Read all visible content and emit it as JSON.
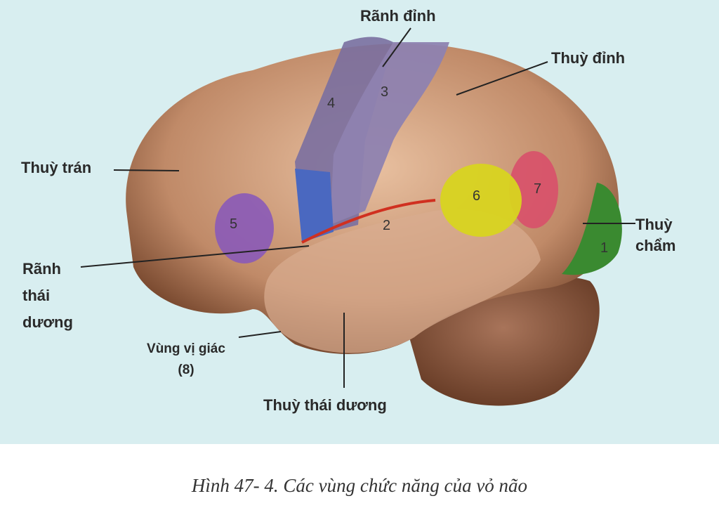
{
  "labels": {
    "ranh_dinh": "Rãnh đỉnh",
    "thuy_dinh": "Thuỳ đỉnh",
    "thuy_tran": "Thuỳ trán",
    "thuy_cham_1": "Thuỳ",
    "thuy_cham_2": "chẩm",
    "ranh_thai_duong_1": "Rãnh",
    "ranh_thai_duong_2": "thái",
    "ranh_thai_duong_3": "dương",
    "vung_vi_giac_1": "Vùng vị giác",
    "vung_vi_giac_2": "(8)",
    "thuy_thai_duong": "Thuỳ thái dương"
  },
  "areas": [
    "1",
    "2",
    "3",
    "4",
    "5",
    "6",
    "7"
  ],
  "colors": {
    "background": "#d8eef0",
    "brain": "#c99a7a",
    "cerebellum": "#8a5a3e",
    "area3": "#8e82b0",
    "area4": "#7a6fa0",
    "blue": "#4a68c0",
    "area5": "#8a5ab8",
    "area6": "#d8d420",
    "area7": "#d8506a",
    "area1": "#3a8a30"
  },
  "caption": "Hình 47- 4. Các vùng chức năng của vỏ não"
}
